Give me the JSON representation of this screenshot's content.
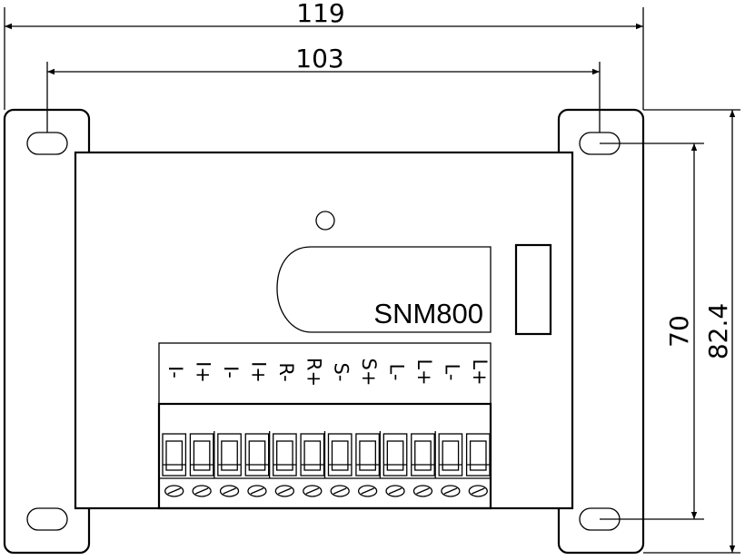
{
  "dimensions": {
    "overall_width": "119",
    "hole_spacing_horizontal": "103",
    "hole_spacing_vertical": "70",
    "overall_height": "82.4"
  },
  "module": {
    "model": "SNM800"
  },
  "terminals": [
    "I-",
    "I+",
    "I-",
    "I+",
    "R-",
    "R+",
    "S-",
    "S+",
    "L-",
    "L+",
    "L-",
    "L+"
  ]
}
